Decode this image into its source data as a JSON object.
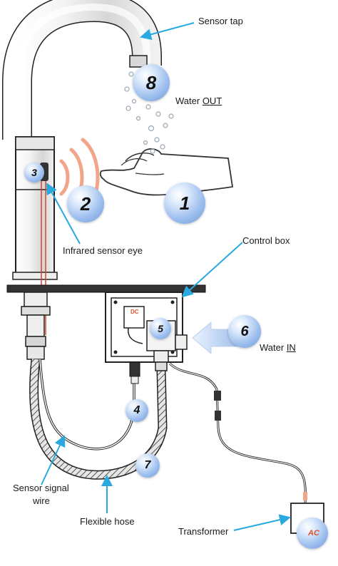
{
  "labels": {
    "sensor_tap": "Sensor tap",
    "water_out_prefix": "Water ",
    "water_out_emph": "OUT",
    "infrared_sensor_eye": "Infrared sensor eye",
    "control_box": "Control box",
    "water_in_prefix": "Water ",
    "water_in_emph": "IN",
    "sensor_signal_wire_line1": "Sensor signal",
    "sensor_signal_wire_line2": "wire",
    "flexible_hose": "Flexible hose",
    "transformer": "Transformer",
    "dc": "DC",
    "ac": "AC"
  },
  "markers": [
    "1",
    "2",
    "3",
    "4",
    "5",
    "6",
    "7",
    "8"
  ],
  "colors": {
    "arrow": "#2aa8e0",
    "ir_waves": "#f3a58a",
    "bubble": "#8fb3ea",
    "outline": "#222222",
    "sensor_wire_red": "#d9432b",
    "ac_dc_text": "#e0542a"
  }
}
